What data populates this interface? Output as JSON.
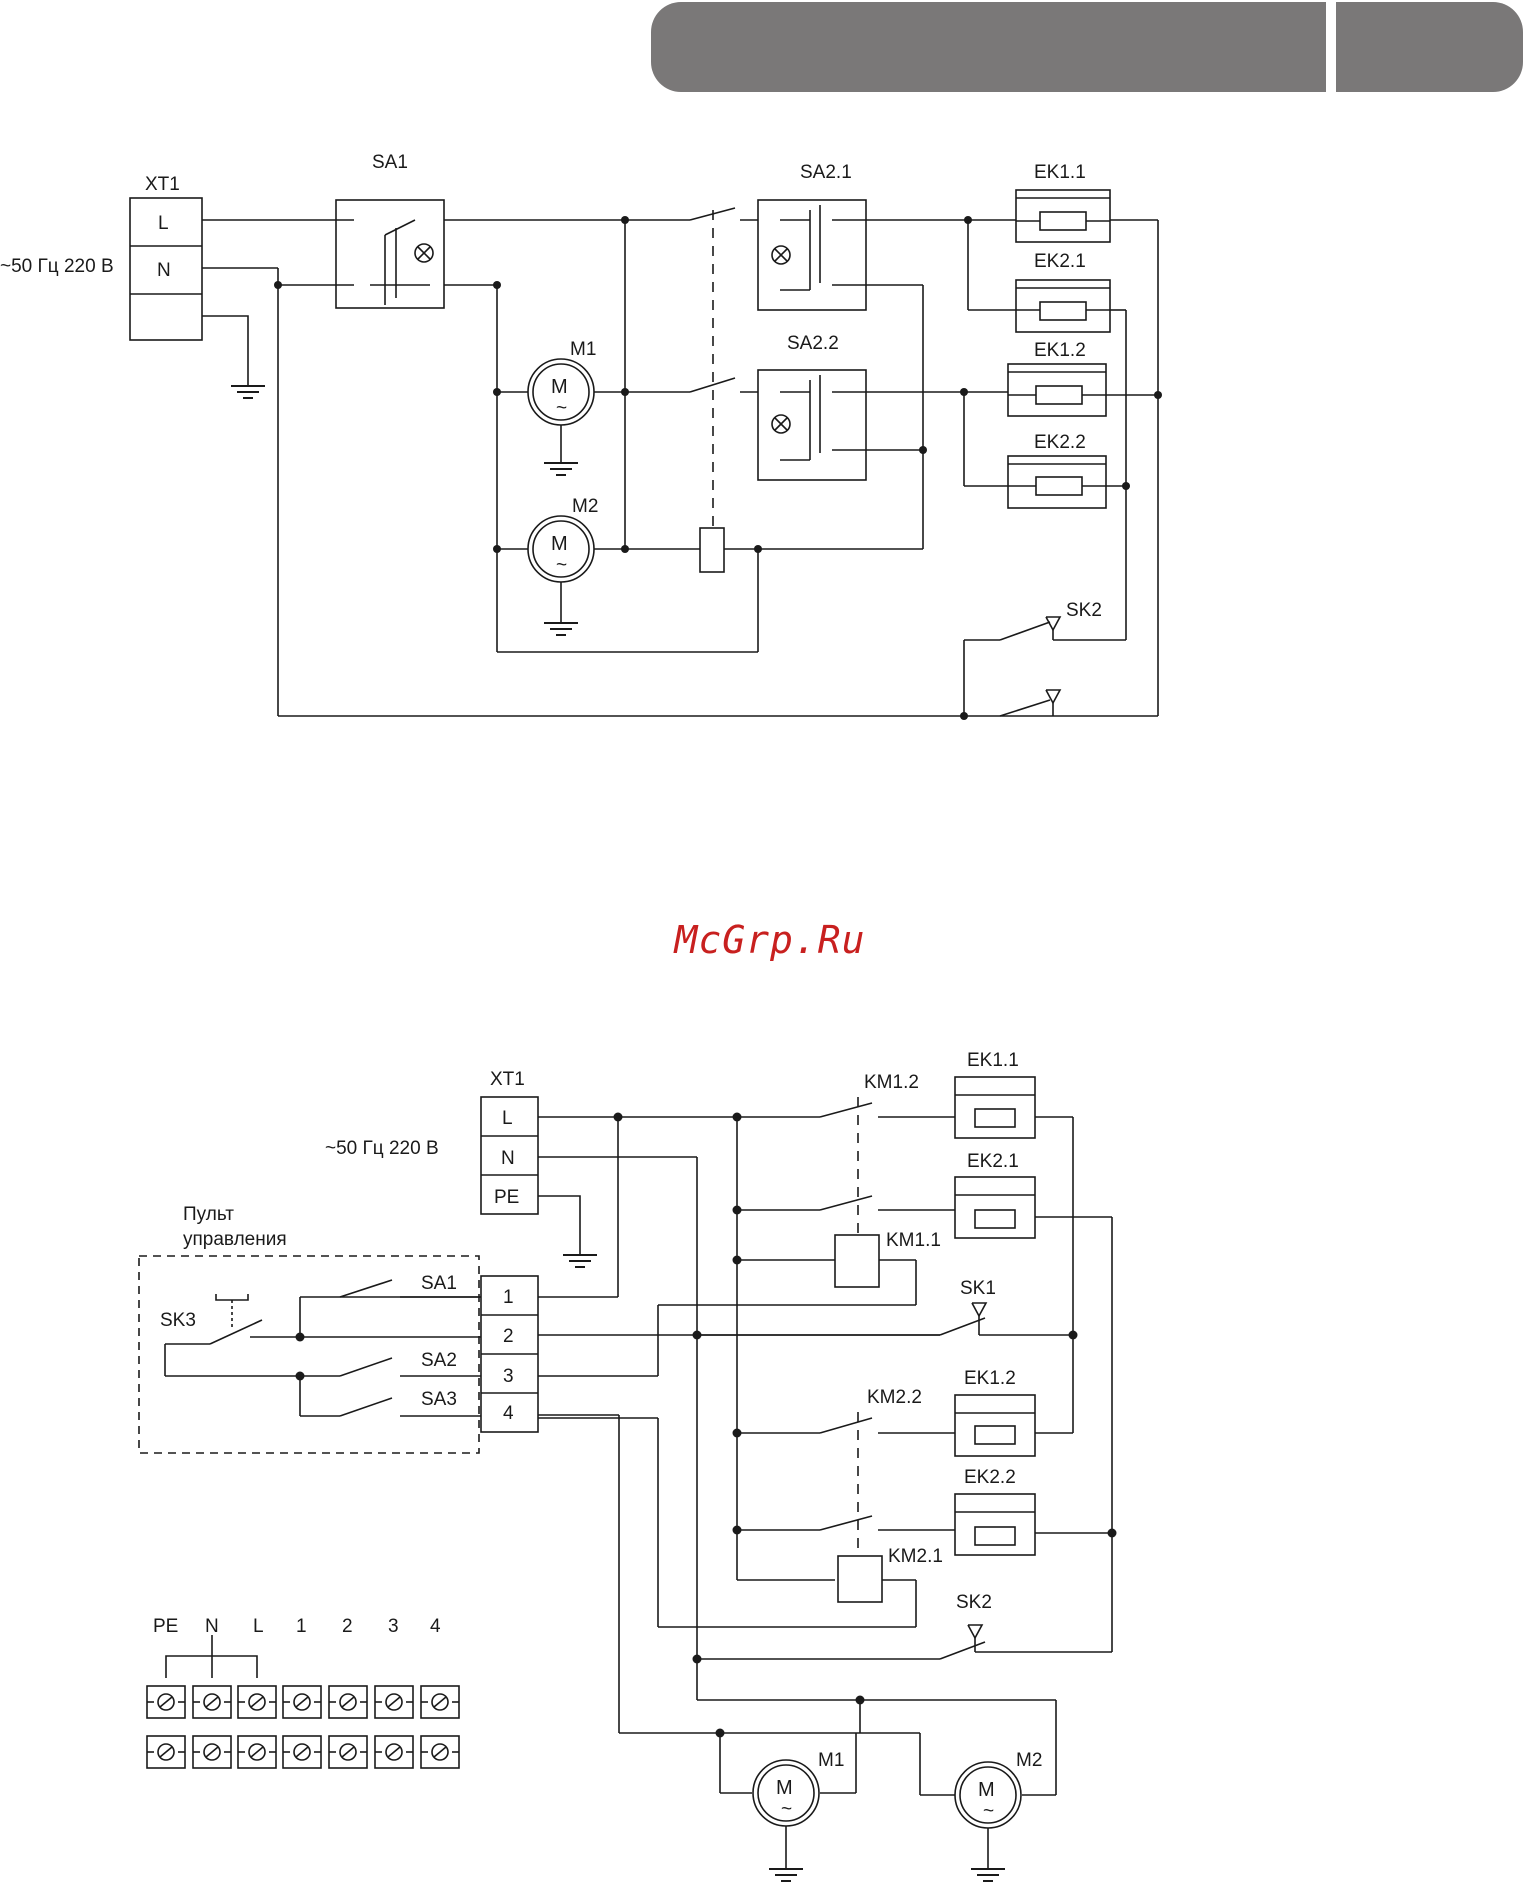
{
  "watermark": "McGrp.Ru",
  "diagram1": {
    "supply": "~50 Гц 220 В",
    "terminal": "XT1",
    "terminal_rows": [
      "L",
      "N"
    ],
    "switch_main": "SA1",
    "switch_21": "SA2.1",
    "switch_22": "SA2.2",
    "motor1": "M1",
    "motor2": "M2",
    "motor_symbol": "M",
    "motor_tilde": "~",
    "heaters": [
      "EK1.1",
      "EK2.1",
      "EK1.2",
      "EK2.2"
    ],
    "thermostat": "SK2"
  },
  "diagram2": {
    "supply": "~50 Гц 220 В",
    "terminal": "XT1",
    "terminal_rows": [
      "L",
      "N",
      "PE"
    ],
    "panel_label_1": "Пульт",
    "panel_label_2": "управления",
    "panel_terminals": [
      "1",
      "2",
      "3",
      "4"
    ],
    "switches": [
      "SA1",
      "SA2",
      "SA3"
    ],
    "button": "SK3",
    "contactors": [
      "KM1.2",
      "KM1.1",
      "KM2.2",
      "KM2.1"
    ],
    "heaters": [
      "EK1.1",
      "EK2.1",
      "EK1.2",
      "EK2.2"
    ],
    "thermostats": [
      "SK1",
      "SK2"
    ],
    "motor1": "M1",
    "motor2": "M2",
    "motor_symbol": "M",
    "motor_tilde": "~"
  },
  "terminal_block": {
    "labels": [
      "PE",
      "N",
      "L",
      "1",
      "2",
      "3",
      "4"
    ]
  }
}
